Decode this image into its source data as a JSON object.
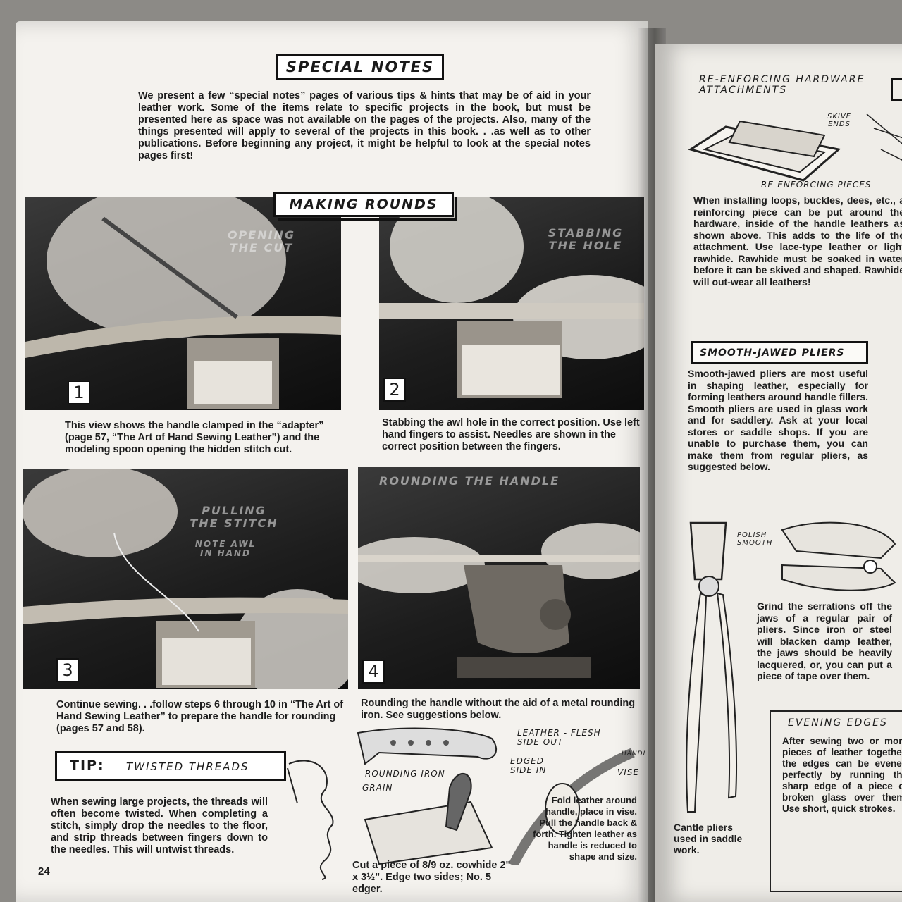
{
  "left_page": {
    "special_notes": {
      "title": "SPECIAL NOTES",
      "body": "We present a few “special notes” pages of various tips & hints that may be of aid in your leather work. Some of the items relate to specific projects in the book, but must be presented here as space was not available on the pages of the projects. Also, many of the things presented will apply to several of the projects in this book. . .as well as to other publications. Before beginning any project, it might be helpful to look at the special notes pages first!"
    },
    "making_rounds": {
      "title": "MAKING ROUNDS",
      "photos": [
        {
          "num": "1",
          "label": "OPENING THE CUT",
          "caption": "This view shows the handle clamped in the “adapter” (page 57, “The Art of Hand Sewing Leather”) and the modeling spoon opening the hidden stitch cut."
        },
        {
          "num": "2",
          "label": "STABBING THE HOLE",
          "caption": "Stabbing the awl hole in the correct position. Use left hand fingers to assist. Needles are shown in the correct position between the fingers."
        },
        {
          "num": "3",
          "label": "PULLING THE STITCH",
          "sublabel": "NOTE AWL IN HAND",
          "caption": "Continue sewing. . .follow steps 6 through 10 in “The Art of Hand Sewing Leather” to prepare the handle for rounding (pages 57 and 58)."
        },
        {
          "num": "4",
          "label": "ROUNDING THE HANDLE",
          "caption": "Rounding the handle without the aid of a metal rounding iron. See suggestions below."
        }
      ]
    },
    "tip": {
      "title": "TIP:",
      "subtitle": "TWISTED THREADS",
      "body": "When sewing large projects, the threads will often become twisted. When completing a stitch, simply drop the needles to the floor, and strip threads between fingers down to the needles. This will untwist threads."
    },
    "rounding_sketch": {
      "labels": {
        "rounding_iron": "ROUNDING IRON",
        "grain": "GRAIN",
        "leather_flesh": "LEATHER - FLESH SIDE OUT",
        "edged_side": "EDGED SIDE IN",
        "handle": "HANDLE",
        "vise": "VISE"
      },
      "caption_left": "Cut a piece of 8/9 oz. cowhide 2\" x 3½\". Edge two sides; No. 5 edger.",
      "caption_right": "Fold leather around handle, place in vise. Pull the handle back & forth. Tighten leather as handle is reduced to shape and size."
    },
    "page_number": "24"
  },
  "right_page": {
    "reenforcing": {
      "title": "RE-ENFORCING HARDWARE ATTACHMENTS",
      "skive_label": "SKIVE ENDS",
      "pieces_label": "RE-ENFORCING PIECES",
      "body": "When installing loops, buckles, dees, etc., a reinforcing piece can be put around the hardware, inside of the handle leathers as shown above. This adds to the life of the attachment. Use lace-type leather or light rawhide. Rawhide must be soaked in water before it can be skived and shaped. Rawhide will out-wear all leathers!"
    },
    "smooth_pliers": {
      "title": "SMOOTH-JAWED PLIERS",
      "body": "Smooth-jawed pliers are most useful in shaping leather, especially for forming leathers around handle fillers. Smooth pliers are used in glass work and for saddlery. Ask at your local stores or saddle shops. If you are unable to purchase them, you can make them from regular pliers, as suggested below.",
      "polish_label": "POLISH SMOOTH",
      "grind_text": "Grind the serrations off the jaws of a regular pair of pliers. Since iron or steel will blacken damp leather, the jaws should be heavily lacquered, or, you can put a piece of tape over them.",
      "cantle_caption": "Cantle pliers used in saddle work."
    },
    "evening_edges": {
      "title": "EVENING EDGES",
      "body": "After sewing two or more pieces of leather together, the edges can be evened perfectly by running the sharp edge of a piece of broken glass over them. Use short, quick strokes."
    }
  }
}
